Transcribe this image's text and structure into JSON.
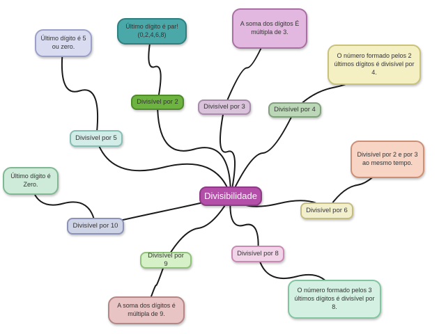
{
  "center": {
    "label": "Divisibilidade",
    "fill": "#b34fa8",
    "border": "#8e3a86"
  },
  "branches": [
    {
      "label": "Divisível por 2",
      "fill": "#6db33f",
      "border": "#4f8a2b",
      "leaf": {
        "label": "Último dígito é par! (0,2,4,6,8)",
        "fill": "#4aa8a8",
        "border": "#2f7f7f"
      }
    },
    {
      "label": "Divisível por 3",
      "fill": "#d9c3da",
      "border": "#a98aac",
      "leaf": {
        "label": "A soma dos dígitos É múltipla de 3.",
        "fill": "#e3b8e0",
        "border": "#a86fa3"
      }
    },
    {
      "label": "Divisível por 4",
      "fill": "#bcd6b8",
      "border": "#7fa07a",
      "leaf": {
        "label": "O número formado pelos 2 últimos dígitos é divisível por 4.",
        "fill": "#f4f0c4",
        "border": "#c9c27a"
      }
    },
    {
      "label": "Divisível por 5",
      "fill": "#d2ece8",
      "border": "#86bdb5",
      "leaf": {
        "label": "Último dígito é 5 ou zero.",
        "fill": "#d9dcf0",
        "border": "#9ba0c8"
      }
    },
    {
      "label": "Divisível por 6",
      "fill": "#f2efcc",
      "border": "#c4bc80",
      "leaf": {
        "label": "Divisível por 2 e por 3 ao mesmo tempo.",
        "fill": "#f7d4c4",
        "border": "#cc8f76"
      }
    },
    {
      "label": "Divisível por 10",
      "fill": "#cfd3e6",
      "border": "#8d93b8",
      "leaf": {
        "label": "Último dígito é Zero.",
        "fill": "#cdebd8",
        "border": "#7fb893"
      }
    },
    {
      "label": "Divisível por 9",
      "fill": "#d6f0c8",
      "border": "#8fc17a",
      "leaf": {
        "label": "A soma dos dígitos é múltipla de 9.",
        "fill": "#e8c4c4",
        "border": "#b58686"
      }
    },
    {
      "label": "Divisível por 8",
      "fill": "#f2d4e8",
      "border": "#c88ab3",
      "leaf": {
        "label": "O número formado pelos 3 últimos dígitos é divisível por 8.",
        "fill": "#d4f0e2",
        "border": "#82c4a0"
      }
    }
  ],
  "colors": {
    "connector": "#1a1a1a",
    "background": "#ffffff"
  }
}
